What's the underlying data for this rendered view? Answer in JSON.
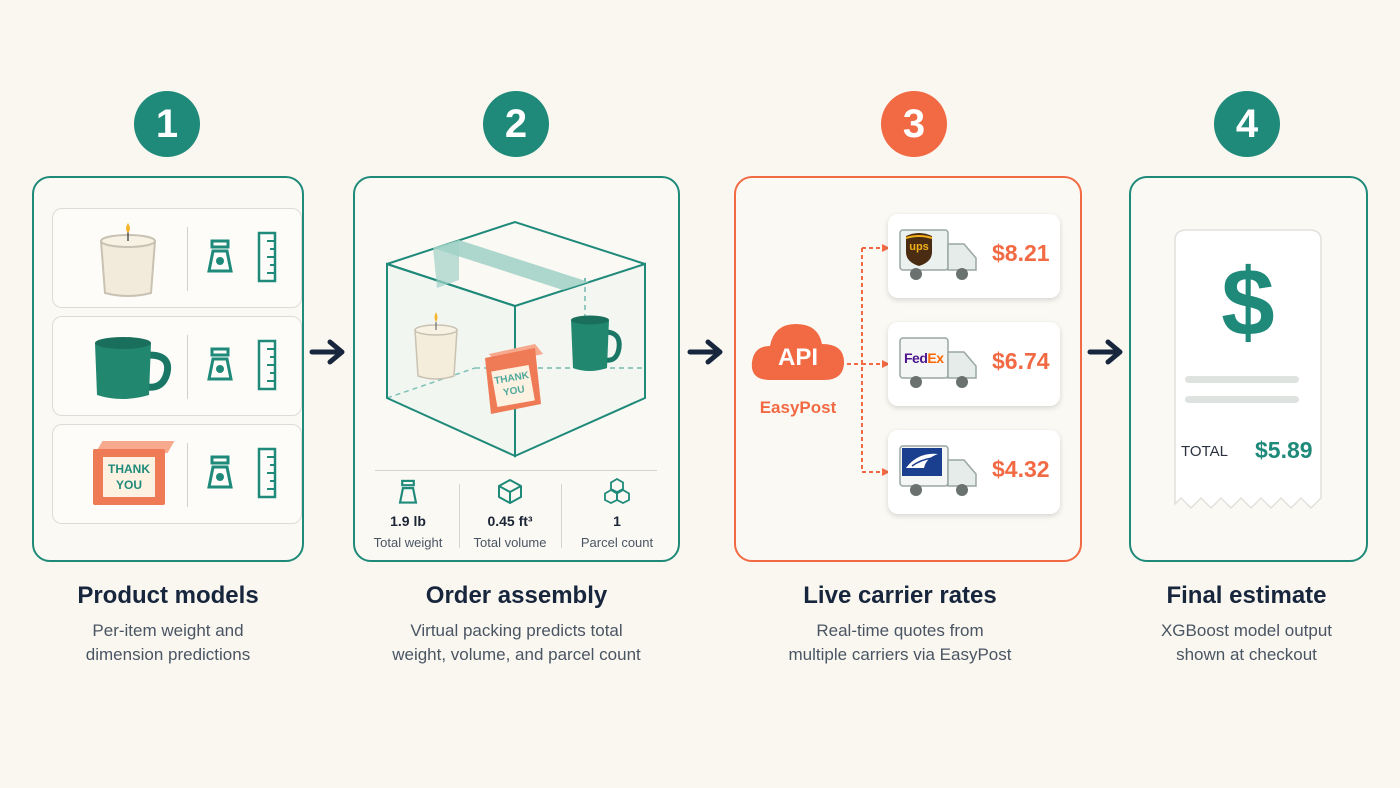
{
  "steps": [
    {
      "number": "1",
      "title": "Product models",
      "desc_line1": "Per-item weight and",
      "desc_line2": "dimension predictions"
    },
    {
      "number": "2",
      "title": "Order assembly",
      "desc_line1": "Virtual packing predicts total",
      "desc_line2": "weight, volume, and parcel count"
    },
    {
      "number": "3",
      "title": "Live carrier rates",
      "desc_line1": "Real-time quotes from",
      "desc_line2": "multiple carriers via EasyPost"
    },
    {
      "number": "4",
      "title": "Final estimate",
      "desc_line1": "XGBoost model output",
      "desc_line2": "shown at checkout"
    }
  ],
  "products": [
    {
      "icon": "candle-icon"
    },
    {
      "icon": "mug-icon"
    },
    {
      "icon": "thank-you-box-icon",
      "label_line1": "THANK",
      "label_line2": "YOU"
    }
  ],
  "assembly": {
    "box_label_line1": "THANK",
    "box_label_line2": "YOU",
    "metrics": [
      {
        "icon": "scale-icon",
        "value": "1.9 lb",
        "label": "Total weight"
      },
      {
        "icon": "cube-icon",
        "value": "0.45 ft³",
        "label": "Total volume"
      },
      {
        "icon": "cubes-icon",
        "value": "1",
        "label": "Parcel count"
      }
    ]
  },
  "carriers": {
    "api_label": "API",
    "api_provider": "EasyPost",
    "rates": [
      {
        "carrier": "ups",
        "logo_text": "ups",
        "price": "$8.21"
      },
      {
        "carrier": "fedex",
        "logo_text_a": "Fed",
        "logo_text_b": "Ex",
        "price": "$6.74"
      },
      {
        "carrier": "usps",
        "price": "$4.32"
      }
    ]
  },
  "estimate": {
    "currency_symbol": "$",
    "total_label": "TOTAL",
    "total_value": "$5.89"
  },
  "colors": {
    "teal": "#1f8a7a",
    "orange": "#f26a43",
    "navy": "#17263c"
  }
}
